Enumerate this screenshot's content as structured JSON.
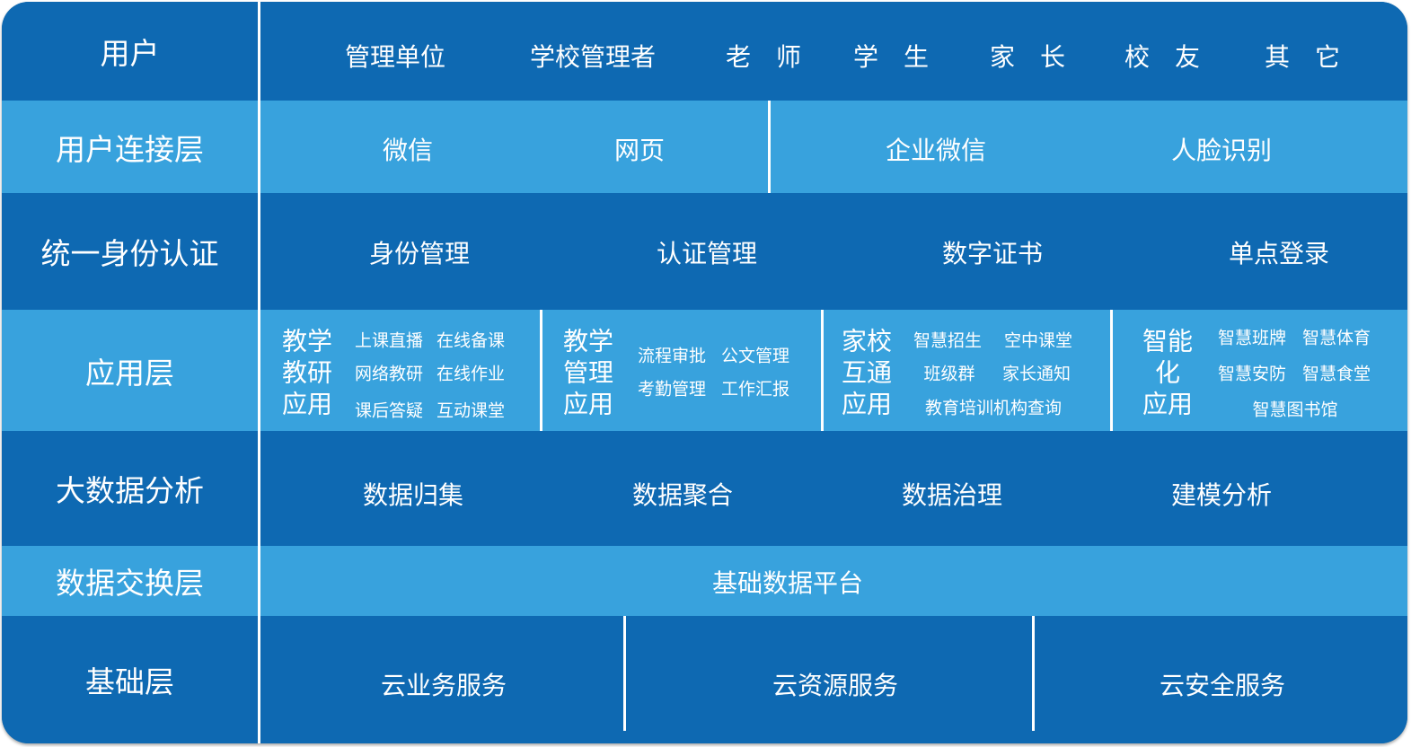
{
  "rows": {
    "users": {
      "label": "用户",
      "items": [
        "管理单位",
        "学校管理者",
        "老师",
        "学生",
        "家长",
        "校友",
        "其它"
      ]
    },
    "connect": {
      "label": "用户连接层",
      "items": [
        "微信",
        "网页",
        "企业微信",
        "人脸识别"
      ]
    },
    "identity": {
      "label": "统一身份认证",
      "items": [
        "身份管理",
        "认证管理",
        "数字证书",
        "单点登录"
      ]
    },
    "app": {
      "label": "应用层",
      "groups": [
        {
          "title": [
            "教学",
            "教研",
            "应用"
          ],
          "items": [
            "上课直播",
            "在线备课",
            "网络教研",
            "在线作业",
            "课后答疑",
            "互动课堂"
          ]
        },
        {
          "title": [
            "教学",
            "管理",
            "应用"
          ],
          "items": [
            "流程审批",
            "公文管理",
            "考勤管理",
            "工作汇报"
          ]
        },
        {
          "title": [
            "家校",
            "互通",
            "应用"
          ],
          "items": [
            "智慧招生",
            "空中课堂",
            "班级群",
            "家长通知",
            "教育培训机构查询"
          ]
        },
        {
          "title": [
            "智能",
            "化",
            "应用"
          ],
          "items": [
            "智慧班牌",
            "智慧体育",
            "智慧安防",
            "智慧食堂",
            "智慧图书馆"
          ]
        }
      ]
    },
    "bigdata": {
      "label": "大数据分析",
      "items": [
        "数据归集",
        "数据聚合",
        "数据治理",
        "建模分析"
      ]
    },
    "exchange": {
      "label": "数据交换层",
      "items": [
        "基础数据平台"
      ]
    },
    "infra": {
      "label": "基础层",
      "items": [
        "云业务服务",
        "云资源服务",
        "云安全服务"
      ]
    }
  },
  "colors": {
    "dark": "#0e69b2",
    "light": "#38a2dd",
    "text": "#ffffff"
  }
}
